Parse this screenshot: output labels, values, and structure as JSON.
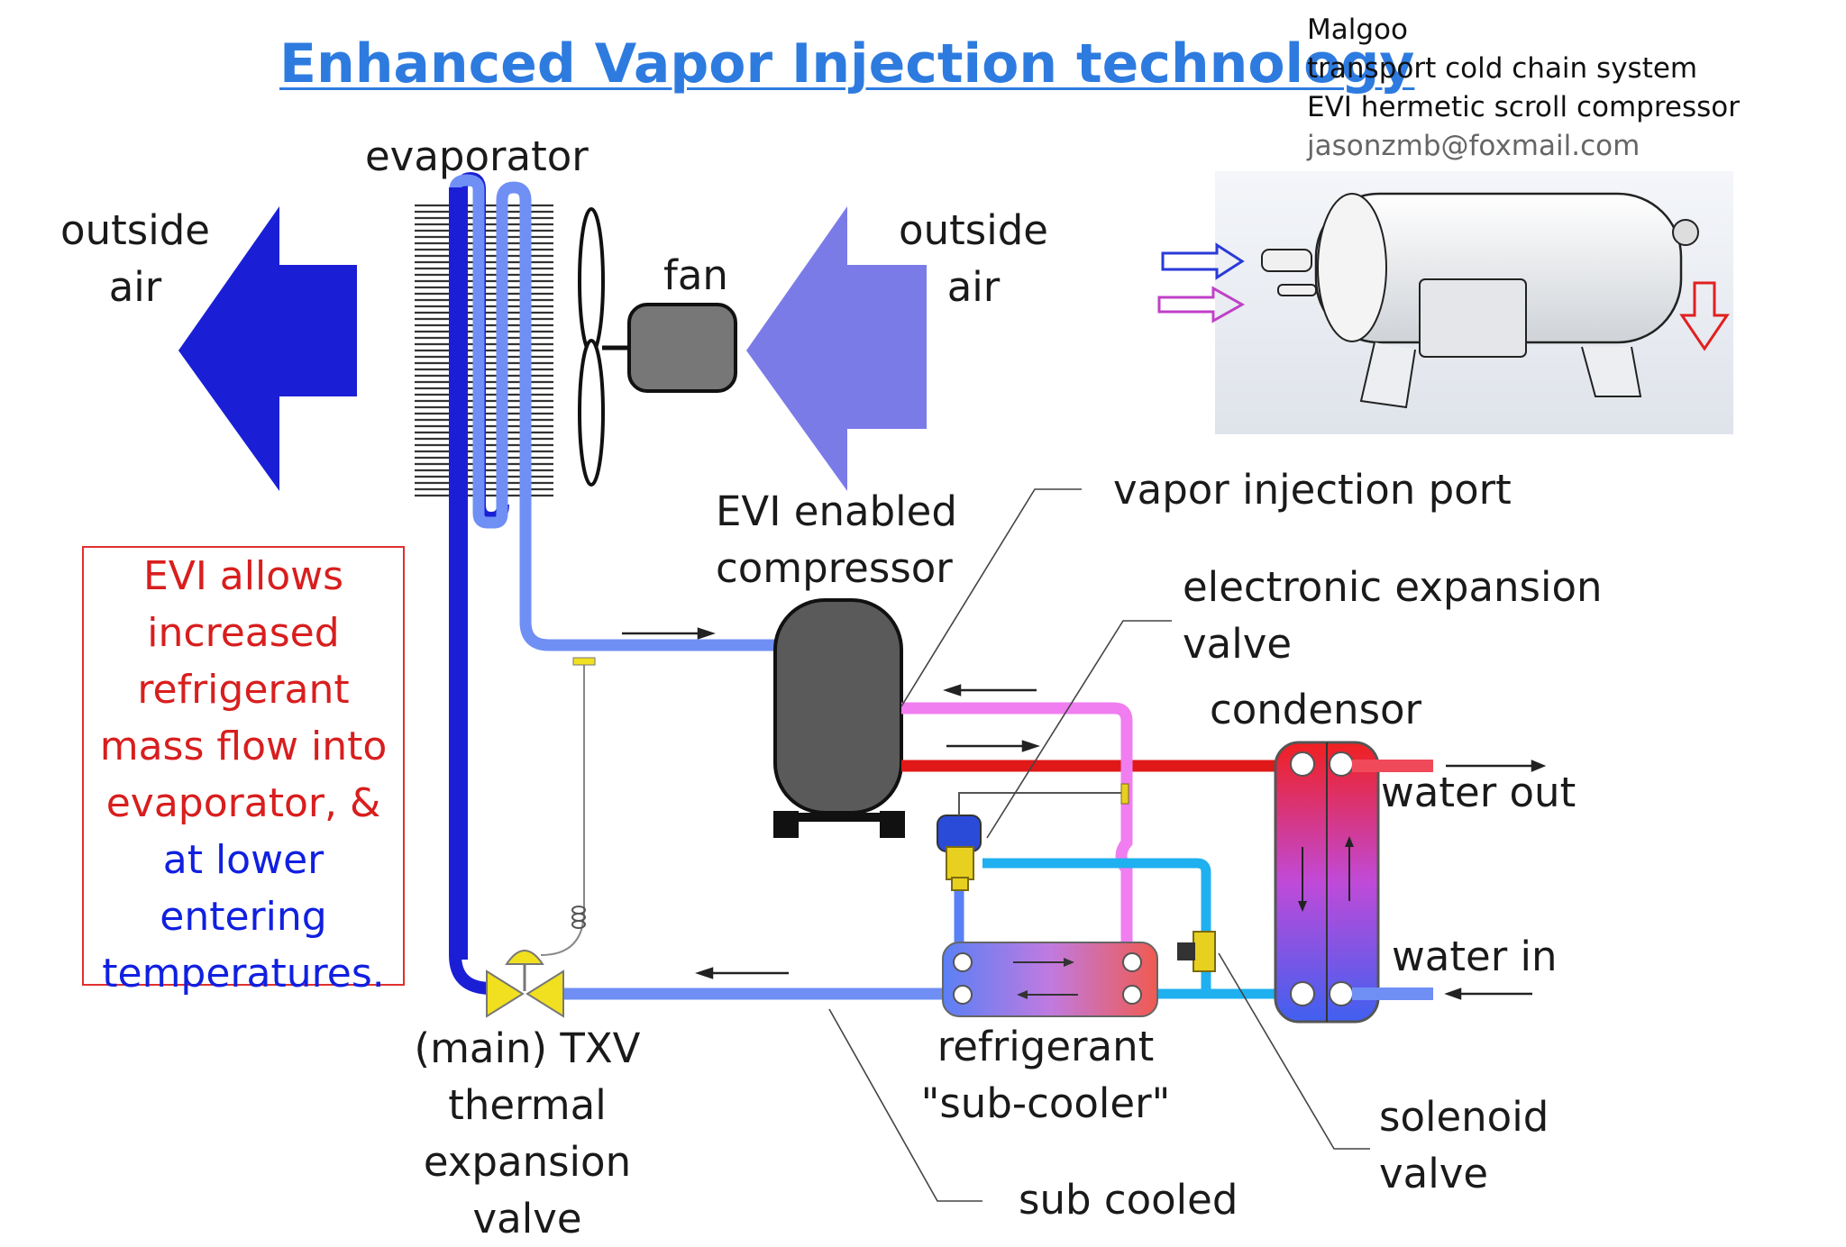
{
  "header": {
    "title": "Enhanced Vapor Injection technology"
  },
  "brand": {
    "line1": "Malgoo",
    "line2": "transport cold chain system",
    "line3": "EVI hermetic scroll compressor",
    "email": "jasonzmb@foxmail.com"
  },
  "labels": {
    "evaporator": "evaporator",
    "outside_air_left_1": "outside",
    "outside_air_left_2": "air",
    "outside_air_right_1": "outside",
    "outside_air_right_2": "air",
    "fan": "fan",
    "compressor_1": "EVI enabled",
    "compressor_2": "compressor",
    "vapor_injection_port": "vapor injection port",
    "eev_1": "electronic expansion",
    "eev_2": "valve",
    "condensor": "condensor",
    "water_out": "water out",
    "water_in": "water in",
    "txv_1": "(main) TXV",
    "txv_2": "thermal",
    "txv_3": "expansion",
    "txv_4": "valve",
    "subcooler_1": "refrigerant",
    "subcooler_2": "\"sub-cooler\"",
    "solenoid_1": "solenoid",
    "solenoid_2": "valve",
    "sub_cooled": "sub cooled"
  },
  "evi_note": {
    "line1": "EVI allows",
    "line2": "increased",
    "line3": "refrigerant",
    "line4": "mass flow into",
    "line5": "evaporator, &",
    "line6": "at lower",
    "line7": "entering",
    "line8": "temperatures."
  },
  "colors": {
    "title": "#2e7be0",
    "dark_blue": "#1a1fd6",
    "light_blue": "#6f8ff5",
    "violet_arrow": "#7b7be8",
    "pink": "#f07ef0",
    "red": "#e01818",
    "cyan": "#1fb0f0",
    "yellow": "#f0e020"
  }
}
